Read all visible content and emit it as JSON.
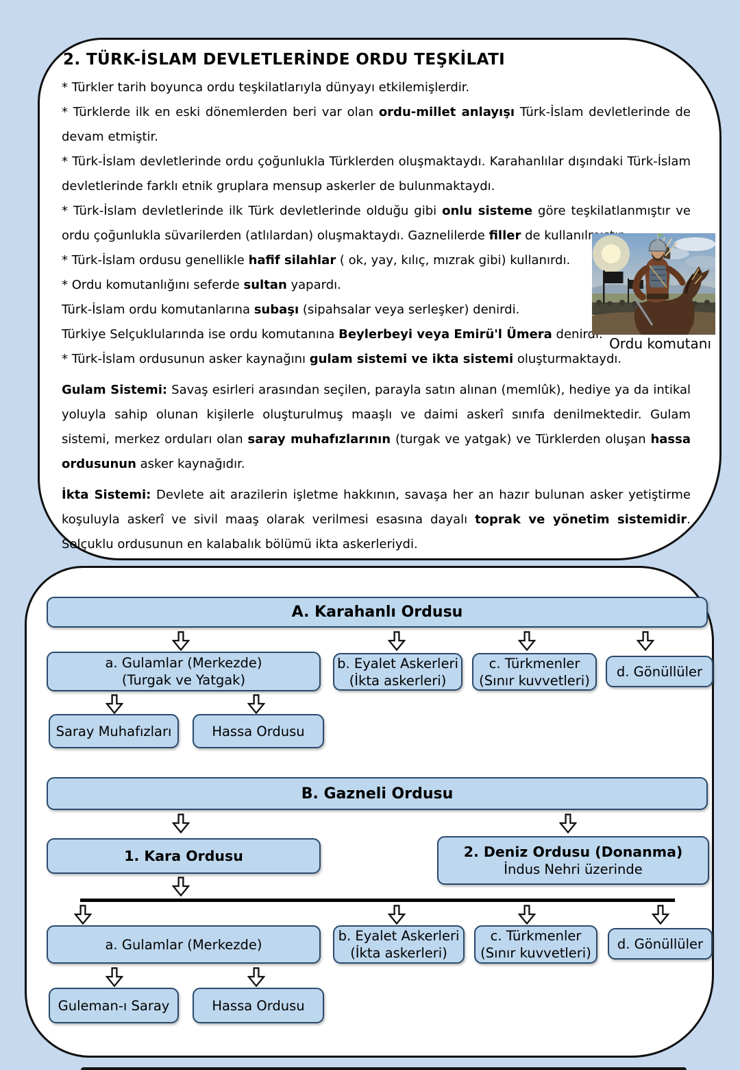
{
  "colors": {
    "page_bg": "#c6d9ee",
    "panel_bg": "#ffffff",
    "panel_border": "#101010",
    "node_fill": "#bdd7ee",
    "node_border": "#2a4a6b"
  },
  "article": {
    "title": "2. TÜRK-İSLAM DEVLETLERİNDE ORDU TEŞKİLATI",
    "paragraphs": [
      {
        "segments": [
          {
            "t": "* Türkler tarih boyunca ordu teşkilatlarıyla dünyayı etkilemişlerdir."
          }
        ]
      },
      {
        "segments": [
          {
            "t": "* Türklerde ilk en eski dönemlerden beri var olan "
          },
          {
            "t": "ordu-millet anlayışı",
            "b": true
          },
          {
            "t": " Türk-İslam devletlerinde de devam etmiştir."
          }
        ]
      },
      {
        "segments": [
          {
            "t": "* Türk-İslam devletlerinde ordu çoğunlukla Türklerden oluşmaktaydı. Karahanlılar dışındaki Türk-İslam devletlerinde farklı etnik gruplara mensup askerler de bulunmaktaydı."
          }
        ]
      },
      {
        "segments": [
          {
            "t": "* Türk-İslam devletlerinde ilk Türk devletlerinde olduğu gibi "
          },
          {
            "t": "onlu sisteme",
            "b": true
          },
          {
            "t": " göre teşkilatlanmıştır ve ordu çoğunlukla süvarilerden (atlılardan) oluşmaktaydı. Gaznelilerde "
          },
          {
            "t": "filler",
            "b": true
          },
          {
            "t": " de kullanılmıştır."
          }
        ]
      },
      {
        "segments": [
          {
            "t": "* Türk-İslam ordusu genellikle "
          },
          {
            "t": "hafif silahlar",
            "b": true
          },
          {
            "t": " ( ok, yay, kılıç, mızrak gibi) kullanırdı."
          }
        ]
      },
      {
        "segments": [
          {
            "t": "* Ordu komutanlığını seferde "
          },
          {
            "t": "sultan",
            "b": true
          },
          {
            "t": " yapardı."
          }
        ]
      },
      {
        "segments": [
          {
            "t": "Türk-İslam ordu komutanlarına "
          },
          {
            "t": "subaşı",
            "b": true
          },
          {
            "t": " (sipahsalar veya serleşker) denirdi."
          }
        ]
      },
      {
        "segments": [
          {
            "t": "Türkiye Selçuklularında ise ordu komutanına "
          },
          {
            "t": "Beylerbeyi veya Emirü'l Ümera",
            "b": true
          },
          {
            "t": " denirdi."
          }
        ]
      },
      {
        "segments": [
          {
            "t": "* Türk-İslam ordusunun asker kaynağını "
          },
          {
            "t": "gulam sistemi ve ikta sistemi",
            "b": true
          },
          {
            "t": " oluşturmaktaydı."
          }
        ]
      },
      {
        "segments": [
          {
            "t": "Gulam Sistemi:",
            "b": true
          },
          {
            "t": " Savaş esirleri arasından seçilen, parayla satın alınan (memlûk), hediye ya da intikal yoluyla sahip olunan kişilerle oluşturulmuş maaşlı ve daimi askerî sınıfa denilmektedir. Gulam sistemi, merkez orduları olan "
          },
          {
            "t": "saray muhafızlarının",
            "b": true
          },
          {
            "t": " (turgak ve yatgak) ve Türklerden oluşan "
          },
          {
            "t": "hassa ordusunun",
            "b": true
          },
          {
            "t": " asker kaynağıdır."
          }
        ]
      },
      {
        "segments": [
          {
            "t": "İkta Sistemi:",
            "b": true
          },
          {
            "t": " Devlete ait arazilerin işletme hakkının, savaşa her an hazır bulunan asker yetiştirme koşuluyla askerî ve sivil maaş olarak verilmesi esasına dayalı "
          },
          {
            "t": "toprak ve yönetim sistemidir",
            "b": true
          },
          {
            "t": ". Selçuklu ordusunun en kalabalık bölümü ikta askerleriydi."
          }
        ]
      }
    ],
    "image_caption": "Ordu komutanı"
  },
  "diagram_a": {
    "title": "A. Karahanlı Ordusu",
    "units": [
      {
        "l1": "a. Gulamlar (Merkezde)",
        "l2": "(Turgak ve Yatgak)"
      },
      {
        "l1": "b. Eyalet Askerleri",
        "l2": "(İkta askerleri)"
      },
      {
        "l1": "c. Türkmenler",
        "l2": "(Sınır kuvvetleri)"
      },
      {
        "l1": "d. Gönüllüler"
      }
    ],
    "sub_units": [
      "Saray Muhafızları",
      "Hassa Ordusu"
    ]
  },
  "diagram_b": {
    "title": "B. Gazneli Ordusu",
    "branches": [
      {
        "l1": "1. Kara Ordusu"
      },
      {
        "l1": "2. Deniz Ordusu (Donanma)",
        "l2": "İndus Nehri üzerinde"
      }
    ],
    "units": [
      {
        "l1": "a. Gulamlar (Merkezde)"
      },
      {
        "l1": "b. Eyalet Askerleri",
        "l2": "(İkta askerleri)"
      },
      {
        "l1": "c. Türkmenler",
        "l2": "(Sınır kuvvetleri)"
      },
      {
        "l1": "d. Gönüllüler"
      }
    ],
    "sub_units": [
      "Guleman-ı Saray",
      "Hassa Ordusu"
    ]
  }
}
